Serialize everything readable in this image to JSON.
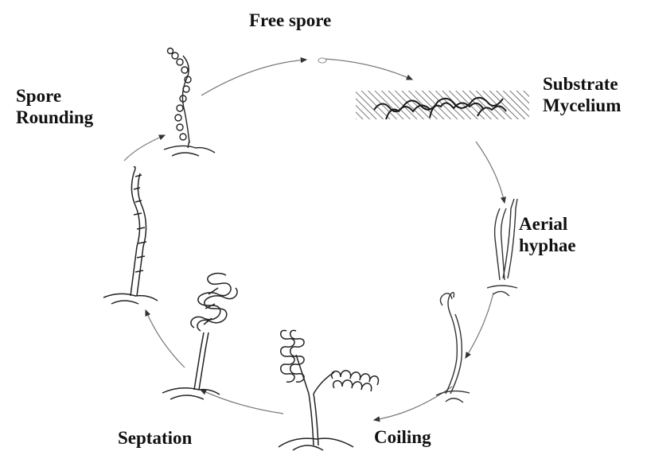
{
  "labels": {
    "free_spore": "Free spore",
    "substrate": "Substrate",
    "mycelium": "Mycelium",
    "aerial": "Aerial",
    "hyphae": "hyphae",
    "coiling": "Coiling",
    "septation": "Septation",
    "spore": "Spore",
    "rounding": "Rounding"
  },
  "colors": {
    "ink": "#111111",
    "cycle_line": "#777777",
    "hatch": "#555555"
  }
}
